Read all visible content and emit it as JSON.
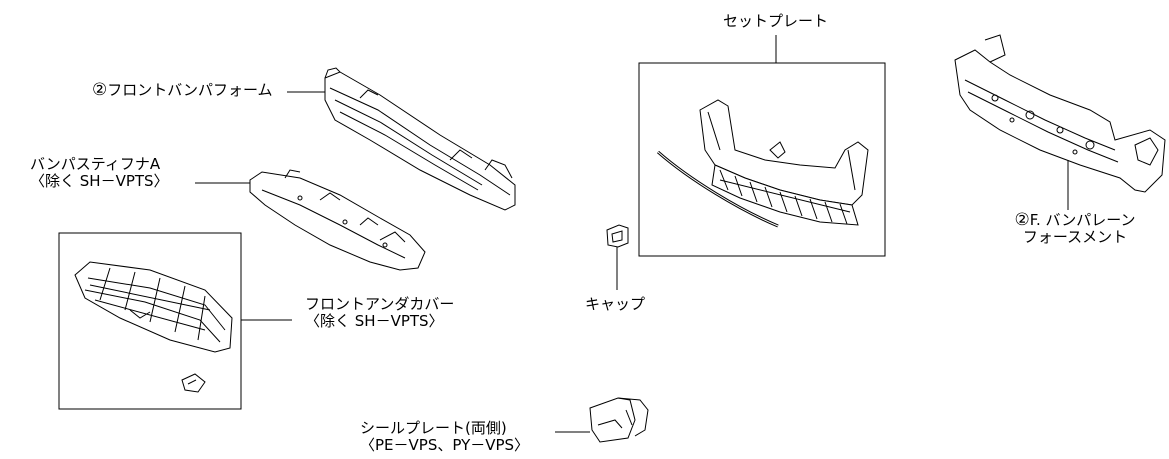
{
  "labels": {
    "front_bumper_foam": {
      "callout": "②",
      "text": "フロントバンパフォーム"
    },
    "bumper_stiffener_a": {
      "line1": "バンパスティフナA",
      "line2": "〈除く SH－VPTS〉"
    },
    "front_under_cover": {
      "line1": "フロントアンダカバー",
      "line2": "〈除く SH－VPTS〉"
    },
    "seal_plate": {
      "line1": "シールプレート(両側)",
      "line2": "〈PE－VPS、PY－VPS〉"
    },
    "cap": {
      "text": "キャップ"
    },
    "set_plate": {
      "text": "セットプレート"
    },
    "bumper_reinforcement": {
      "callout": "②",
      "line1": "F. バンパレーン",
      "line2": "フォースメント"
    }
  },
  "colors": {
    "line": "#000000",
    "background": "#ffffff",
    "part_fill": "#ffffff",
    "hatch": "#333333"
  }
}
